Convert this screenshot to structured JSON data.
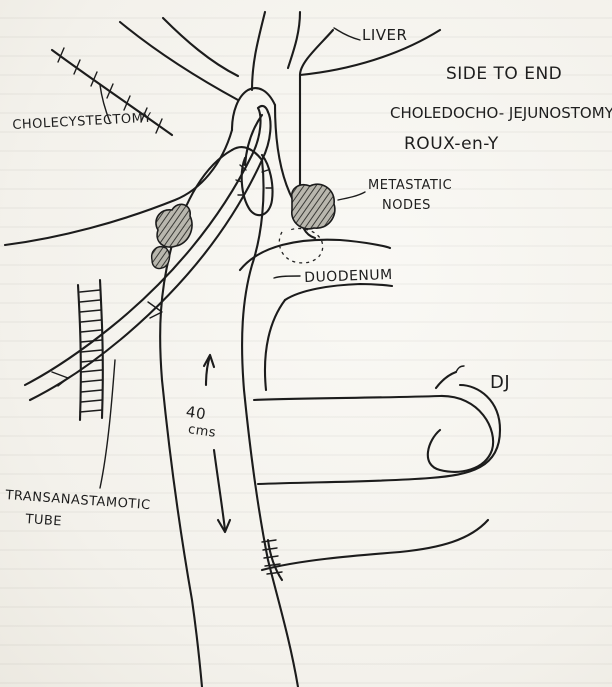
{
  "labels": {
    "liver": "LIVER",
    "title_line1": "SIDE TO END",
    "title_line2": "CHOLEDOCHO- JEJUNOSTOMY",
    "title_line3": "ROUX-en-Y",
    "cholecystectomy": "CHOLECYSTECTOMY",
    "metastatic_line1": "METASTATIC",
    "metastatic_line2": "NODES",
    "duodenum": "DUODENUM",
    "dj": "DJ",
    "length_value": "40",
    "length_unit": "cms",
    "tube_line1": "TRANSANASTAMOTIC",
    "tube_line2": "TUBE"
  },
  "colors": {
    "ink": "#1c1c1c",
    "paper": "#f6f4ef",
    "node_fill": "#7a7a74"
  }
}
